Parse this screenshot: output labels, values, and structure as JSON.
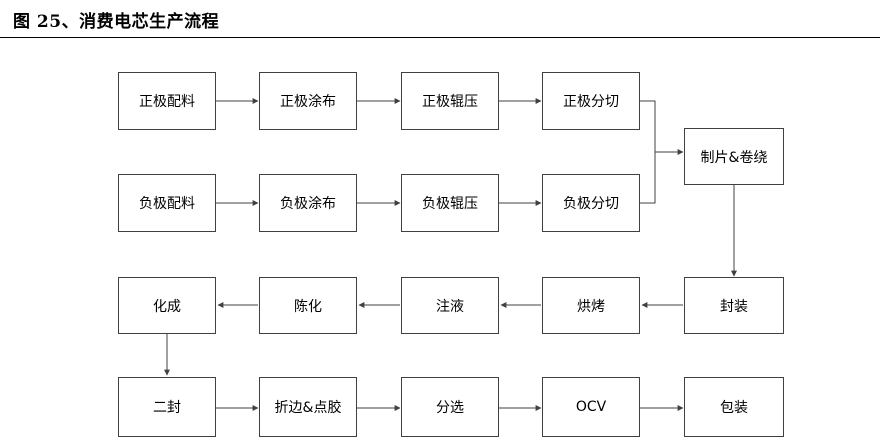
{
  "header": {
    "title": "图 25、消费电芯生产流程"
  },
  "flow": {
    "rows": [
      [
        "正极配料",
        "正极涂布",
        "正极辊压",
        "正极分切"
      ],
      [
        "负极配料",
        "负极涂布",
        "负极辊压",
        "负极分切"
      ],
      [
        "化成",
        "陈化",
        "注液",
        "烘烤",
        "封装"
      ],
      [
        "二封",
        "折边&点胶",
        "分选",
        "OCV",
        "包装"
      ]
    ],
    "merge_step": "制片&卷绕"
  },
  "colors": {
    "box_border": "#404040",
    "line": "#404040",
    "text": "#000000"
  }
}
